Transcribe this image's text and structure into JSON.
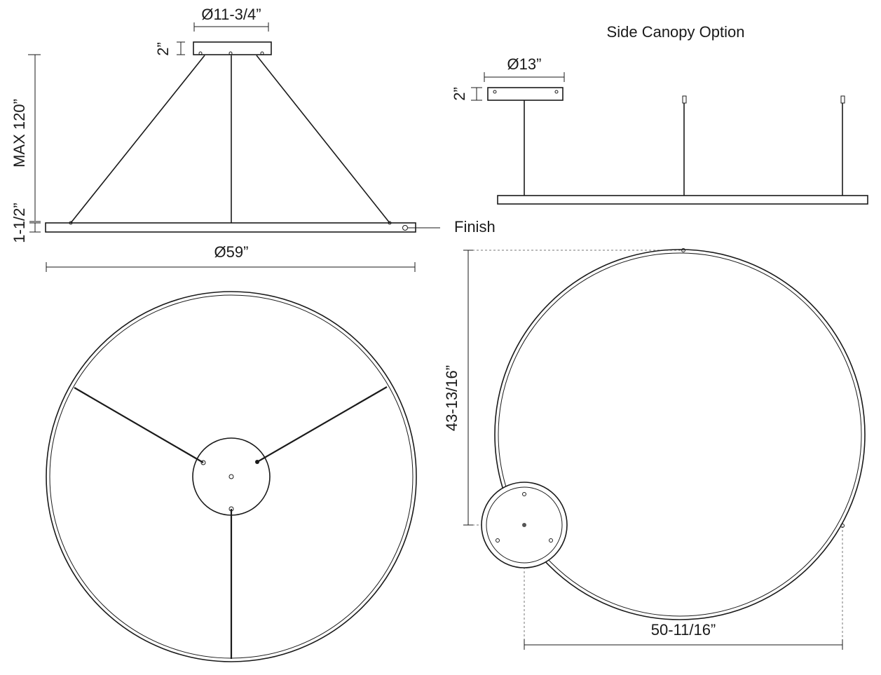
{
  "labels": {
    "side_canopy_title": "Side Canopy Option",
    "finish": "Finish",
    "canopy_diameter": "Ø11-3/4”",
    "canopy_height": "2”",
    "max_height": "MAX 120”",
    "ring_thickness": "1-1/2”",
    "ring_diameter": "Ø59”",
    "side_canopy_diameter": "Ø13”",
    "side_canopy_height": "2”",
    "vertical_offset": "43-13/16”",
    "horizontal_offset": "50-11/16”"
  },
  "colors": {
    "line": "#1a1a1a",
    "guide": "#777777",
    "background": "#ffffff"
  }
}
